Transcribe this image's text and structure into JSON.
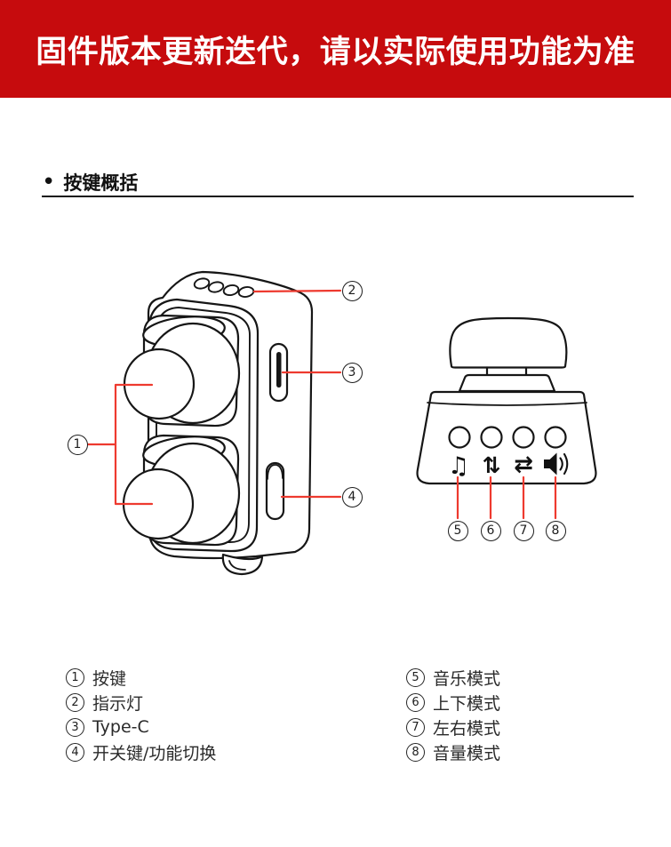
{
  "banner": {
    "text": "固件版本更新迭代，请以实际使用功能为准"
  },
  "section": {
    "bullet": "•",
    "title": "按键概括"
  },
  "illustration": {
    "callouts": [
      "1",
      "2",
      "3",
      "4",
      "5",
      "6",
      "7",
      "8"
    ],
    "mode_icons": [
      {
        "name": "music-note-icon",
        "glyph": "♫"
      },
      {
        "name": "up-down-arrows-icon",
        "glyph": "⇅"
      },
      {
        "name": "left-right-arrows-icon",
        "glyph": "⇄"
      },
      {
        "name": "speaker-icon"
      }
    ]
  },
  "legend": {
    "left": [
      {
        "num": "1",
        "label": "按键"
      },
      {
        "num": "2",
        "label": "指示灯"
      },
      {
        "num": "3",
        "label": "Type-C"
      },
      {
        "num": "4",
        "label": "开关键/功能切换"
      }
    ],
    "right": [
      {
        "num": "5",
        "label": "音乐模式"
      },
      {
        "num": "6",
        "label": "上下模式"
      },
      {
        "num": "7",
        "label": "左右模式"
      },
      {
        "num": "8",
        "label": "音量模式"
      }
    ]
  },
  "colors": {
    "banner_red": "#c60b0d",
    "leader_line_red": "#ee3a2f",
    "line_ink": "#161616"
  }
}
